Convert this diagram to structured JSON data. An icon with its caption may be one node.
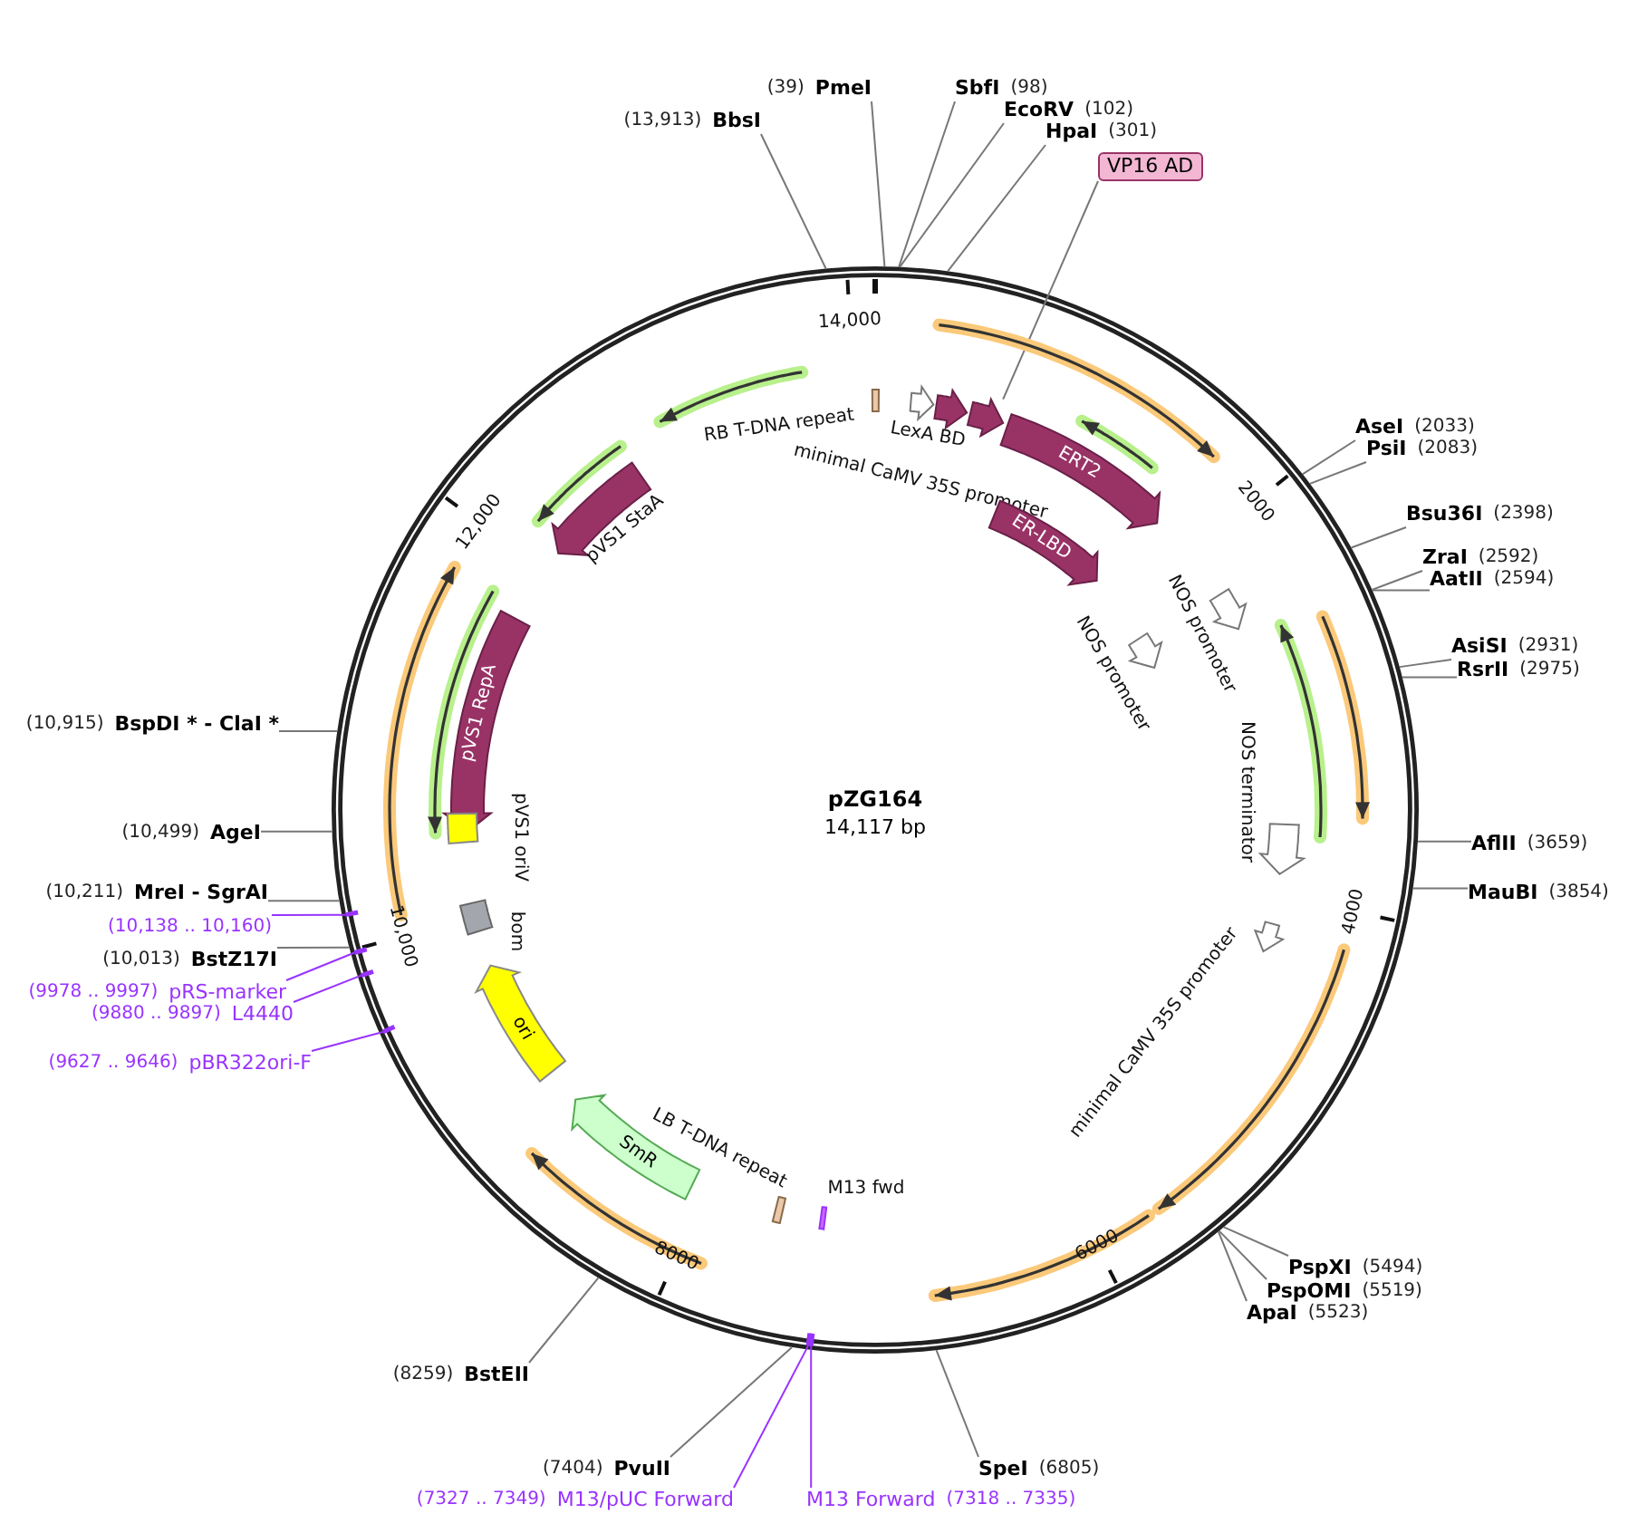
{
  "diagram": {
    "title": "pZG164",
    "nodes": [
      {
        "text": [
          "(39)",
          "PmeI"
        ]
      },
      {
        "text": [
          "(13,913)",
          "BbsI"
        ]
      },
      {
        "text": [
          "SbfI",
          "(98)"
        ]
      },
      {
        "text": [
          "EcoRV",
          "(102)"
        ]
      },
      {
        "text": [
          "HpaI",
          "(301)"
        ]
      },
      {
        "text": [
          "VP16 AD"
        ]
      },
      {
        "text": [
          "AseI",
          "(2033)"
        ]
      },
      {
        "text": [
          "PsiI",
          "(2083)"
        ]
      },
      {
        "text": [
          "Bsu36I",
          "(2398)"
        ]
      },
      {
        "text": [
          "ZraI",
          "(2592)"
        ]
      },
      {
        "text": [
          "AatII",
          "(2594)"
        ]
      },
      {
        "text": [
          "AsiSI",
          "(2931)"
        ]
      },
      {
        "text": [
          "RsrII",
          "(2975)"
        ]
      },
      {
        "text": [
          "(10,915)",
          "BspDI * - ClaI *"
        ]
      },
      {
        "text": [
          "(10,499)",
          "AgeI"
        ]
      },
      {
        "text": [
          "AflII",
          "(3659)"
        ]
      },
      {
        "text": [
          "(10,211)",
          "MreI - SgrAI"
        ]
      },
      {
        "text": [
          "MauBI",
          "(3854)"
        ]
      },
      {
        "text": [
          "(10,138 .. 10,160)"
        ]
      },
      {
        "text": [
          "(10,013)",
          "BstZ17I"
        ]
      },
      {
        "text": [
          "(9978 .. 9997)",
          "pRS-marker"
        ]
      },
      {
        "text": [
          "(9880 .. 9897)",
          "L4440"
        ]
      },
      {
        "text": [
          "(9627 .. 9646)",
          "pBR322ori-F"
        ]
      },
      {
        "text": [
          "PspXI",
          "(5494)"
        ]
      },
      {
        "text": [
          "PspOMI",
          "(5519)"
        ]
      },
      {
        "text": [
          "ApaI",
          "(5523)"
        ]
      },
      {
        "text": [
          "(8259)",
          "BstEII"
        ]
      },
      {
        "text": [
          "(7404)",
          "PvuII"
        ]
      },
      {
        "text": [
          "SpeI",
          "(6805)"
        ]
      },
      {
        "text": [
          "(7327 .. 7349)",
          "M13/pUC Forward"
        ]
      },
      {
        "text": [
          "M13 Forward",
          "(7318 .. 7335)"
        ]
      },
      {
        "text": [
          "RB T-DNA repeat"
        ]
      },
      {
        "text": [
          "minimal CaMV 35S promoter"
        ]
      },
      {
        "text": [
          "LexA BD"
        ]
      },
      {
        "text": [],
        "shape": "arrow"
      },
      {
        "text": [
          "ERT2"
        ]
      },
      {
        "text": [
          "ER-LBD"
        ]
      },
      {
        "text": [
          "NOS promoter"
        ]
      },
      {
        "text": [
          "NOS promoter"
        ]
      },
      {
        "text": [
          "NOS terminator"
        ]
      },
      {
        "text": [
          "minimal CaMV 35S promoter"
        ]
      },
      {
        "text": [
          "pVS1 StaA"
        ]
      },
      {
        "text": [
          "pVS1 RepA"
        ]
      },
      {
        "text": [
          "pVS1 oriV"
        ]
      },
      {
        "text": [
          "bom"
        ]
      },
      {
        "text": [
          "ori"
        ]
      },
      {
        "text": [
          "SmR"
        ]
      },
      {
        "text": [
          "LB T-DNA repeat"
        ]
      },
      {
        "text": [
          "M13 fwd"
        ]
      }
    ],
    "edges": [
      {
        "from": 0,
        "to": null,
        "arrow": "none"
      },
      {
        "from": 1,
        "to": null,
        "arrow": "none"
      },
      {
        "from": 2,
        "to": null,
        "arrow": "none"
      },
      {
        "from": 3,
        "to": null,
        "arrow": "none"
      },
      {
        "from": 4,
        "to": null,
        "arrow": "none"
      },
      {
        "from": 5,
        "to": 34,
        "arrow": "none"
      },
      {
        "from": 6,
        "to": null,
        "arrow": "none"
      },
      {
        "from": 7,
        "to": null,
        "arrow": "none"
      },
      {
        "from": 8,
        "to": null,
        "arrow": "none"
      },
      {
        "from": 9,
        "to": null,
        "arrow": "none"
      },
      {
        "from": 10,
        "to": null,
        "arrow": "none"
      },
      {
        "from": 11,
        "to": null,
        "arrow": "none"
      },
      {
        "from": 12,
        "to": null,
        "arrow": "none"
      },
      {
        "from": 13,
        "to": null,
        "arrow": "none"
      },
      {
        "from": 14,
        "to": null,
        "arrow": "none"
      },
      {
        "from": 15,
        "to": null,
        "arrow": "none"
      },
      {
        "from": 16,
        "to": null,
        "arrow": "none"
      },
      {
        "from": 17,
        "to": null,
        "arrow": "none"
      },
      {
        "from": 18,
        "to": null,
        "arrow": "none",
        "color": "#9933ff"
      },
      {
        "from": 19,
        "to": null,
        "arrow": "none"
      },
      {
        "from": 20,
        "to": null,
        "arrow": "none",
        "color": "#9933ff"
      },
      {
        "from": 21,
        "to": null,
        "arrow": "none",
        "color": "#9933ff"
      },
      {
        "from": 22,
        "to": null,
        "arrow": "none",
        "color": "#9933ff"
      },
      {
        "from": 23,
        "to": null,
        "arrow": "none"
      },
      {
        "from": 24,
        "to": null,
        "arrow": "none"
      },
      {
        "from": 25,
        "to": null,
        "arrow": "none"
      },
      {
        "from": 26,
        "to": null,
        "arrow": "none"
      },
      {
        "from": 27,
        "to": null,
        "arrow": "none"
      },
      {
        "from": 28,
        "to": null,
        "arrow": "none"
      },
      {
        "from": 29,
        "to": null,
        "arrow": "none",
        "color": "#9933ff"
      },
      {
        "from": 30,
        "to": null,
        "arrow": "none",
        "color": "#9933ff"
      }
    ],
    "labels": [
      "14,117 bp",
      "14,000",
      "2000",
      "4000",
      "6000",
      "8000",
      "10,000",
      "12,000"
    ]
  }
}
